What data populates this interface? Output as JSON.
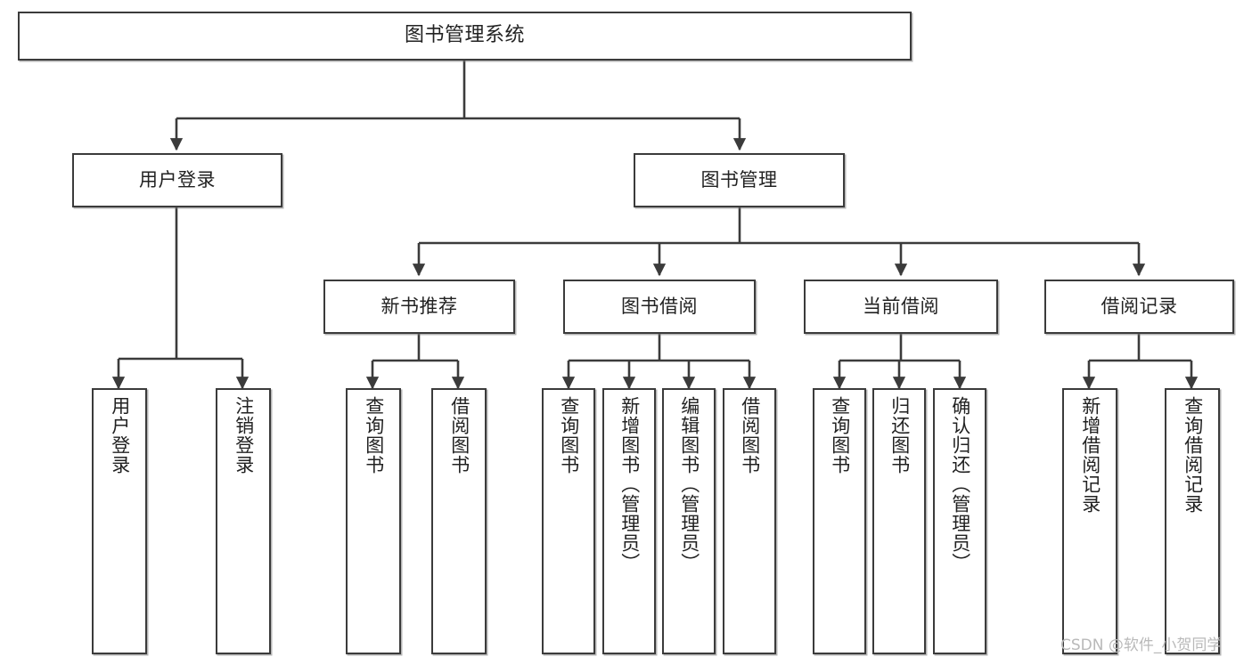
{
  "diagram": {
    "title": "图书管理系统",
    "watermark": "CSDN @软件_小贺同学",
    "line_color": "#3b3b3b",
    "box_fill": "#ffffff",
    "text_color": "#222222",
    "watermark_color": "#b9b9b9"
  },
  "root": {
    "label": "图书管理系统"
  },
  "level2": [
    {
      "label": "用户登录"
    },
    {
      "label": "图书管理"
    }
  ],
  "level3": [
    {
      "label": "新书推荐"
    },
    {
      "label": "图书借阅"
    },
    {
      "label": "当前借阅"
    },
    {
      "label": "借阅记录"
    }
  ],
  "leaves": {
    "user_login": [
      {
        "label": "用户登录"
      },
      {
        "label": "注销登录"
      }
    ],
    "new_book": [
      {
        "label": "查询图书"
      },
      {
        "label": "借阅图书"
      }
    ],
    "book_borrow": [
      {
        "label": "查询图书"
      },
      {
        "label": "新增图书（管理员）"
      },
      {
        "label": "编辑图书（管理员）"
      },
      {
        "label": "借阅图书"
      }
    ],
    "current_borrow": [
      {
        "label": "查询图书"
      },
      {
        "label": "归还图书"
      },
      {
        "label": "确认归还（管理员）"
      }
    ],
    "borrow_record": [
      {
        "label": "新增借阅记录"
      },
      {
        "label": "查询借阅记录"
      }
    ]
  }
}
